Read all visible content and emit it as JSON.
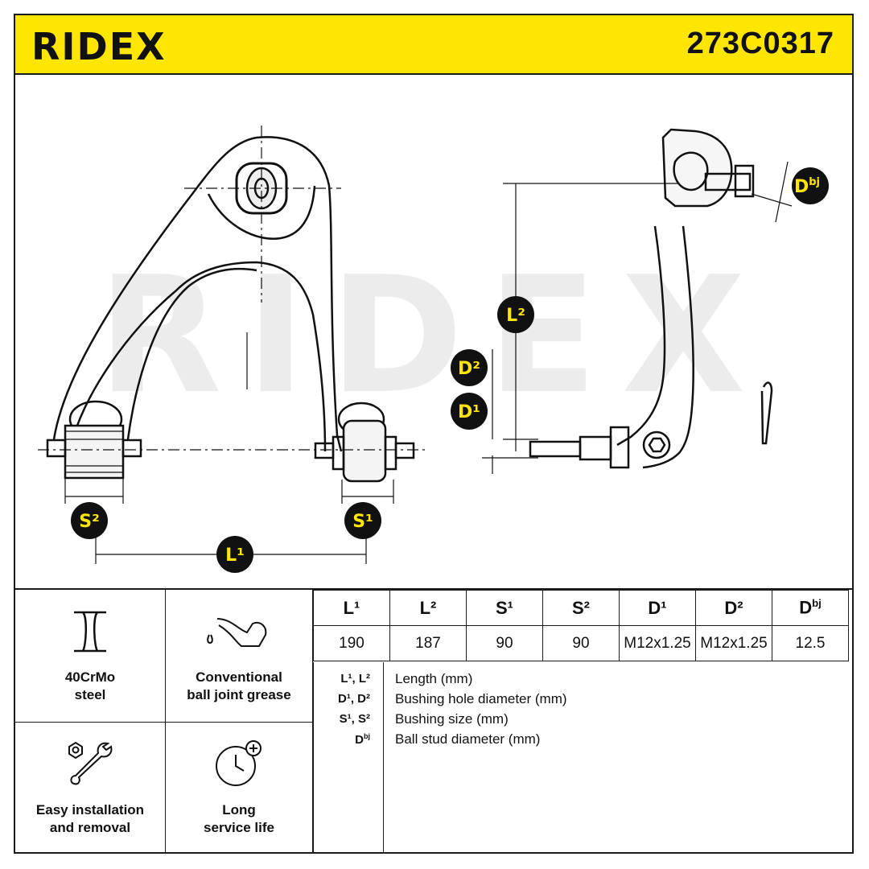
{
  "header": {
    "brand": "RIDEX",
    "part_number": "273C0317",
    "accent_color": "#ffe600"
  },
  "drawing": {
    "watermark": "RIDEX",
    "labels": {
      "L1": "L¹",
      "L2": "L²",
      "S1": "S¹",
      "S2": "S²",
      "D1": "D¹",
      "D2": "D²",
      "Dbj_main": "D",
      "Dbj_sup": "bj"
    }
  },
  "features": [
    {
      "icon": "steel-beam-icon",
      "label_line1": "40CrMo",
      "label_line2": "steel"
    },
    {
      "icon": "grease-oilcan-icon",
      "label_line1": "Conventional",
      "label_line2": "ball joint grease"
    },
    {
      "icon": "wrench-nut-icon",
      "label_line1": "Easy installation",
      "label_line2": "and removal"
    },
    {
      "icon": "clock-plus-icon",
      "label_line1": "Long",
      "label_line2": "service life"
    }
  ],
  "dimensions": {
    "headers": [
      "L¹",
      "L²",
      "S¹",
      "S²",
      "D¹",
      "D²",
      "D"
    ],
    "header_dbj_sup": "bj",
    "values": [
      "190",
      "187",
      "90",
      "90",
      "M12x1.25",
      "M12x1.25",
      "12.5"
    ]
  },
  "legend": [
    {
      "keys": "L¹, L²",
      "text": "Length (mm)"
    },
    {
      "keys": "D¹, D²",
      "text": "Bushing hole diameter (mm)"
    },
    {
      "keys": "S¹, S²",
      "text": "Bushing size (mm)"
    },
    {
      "keys": "D",
      "keys_sup": "bj",
      "text": "Ball stud diameter (mm)"
    }
  ]
}
